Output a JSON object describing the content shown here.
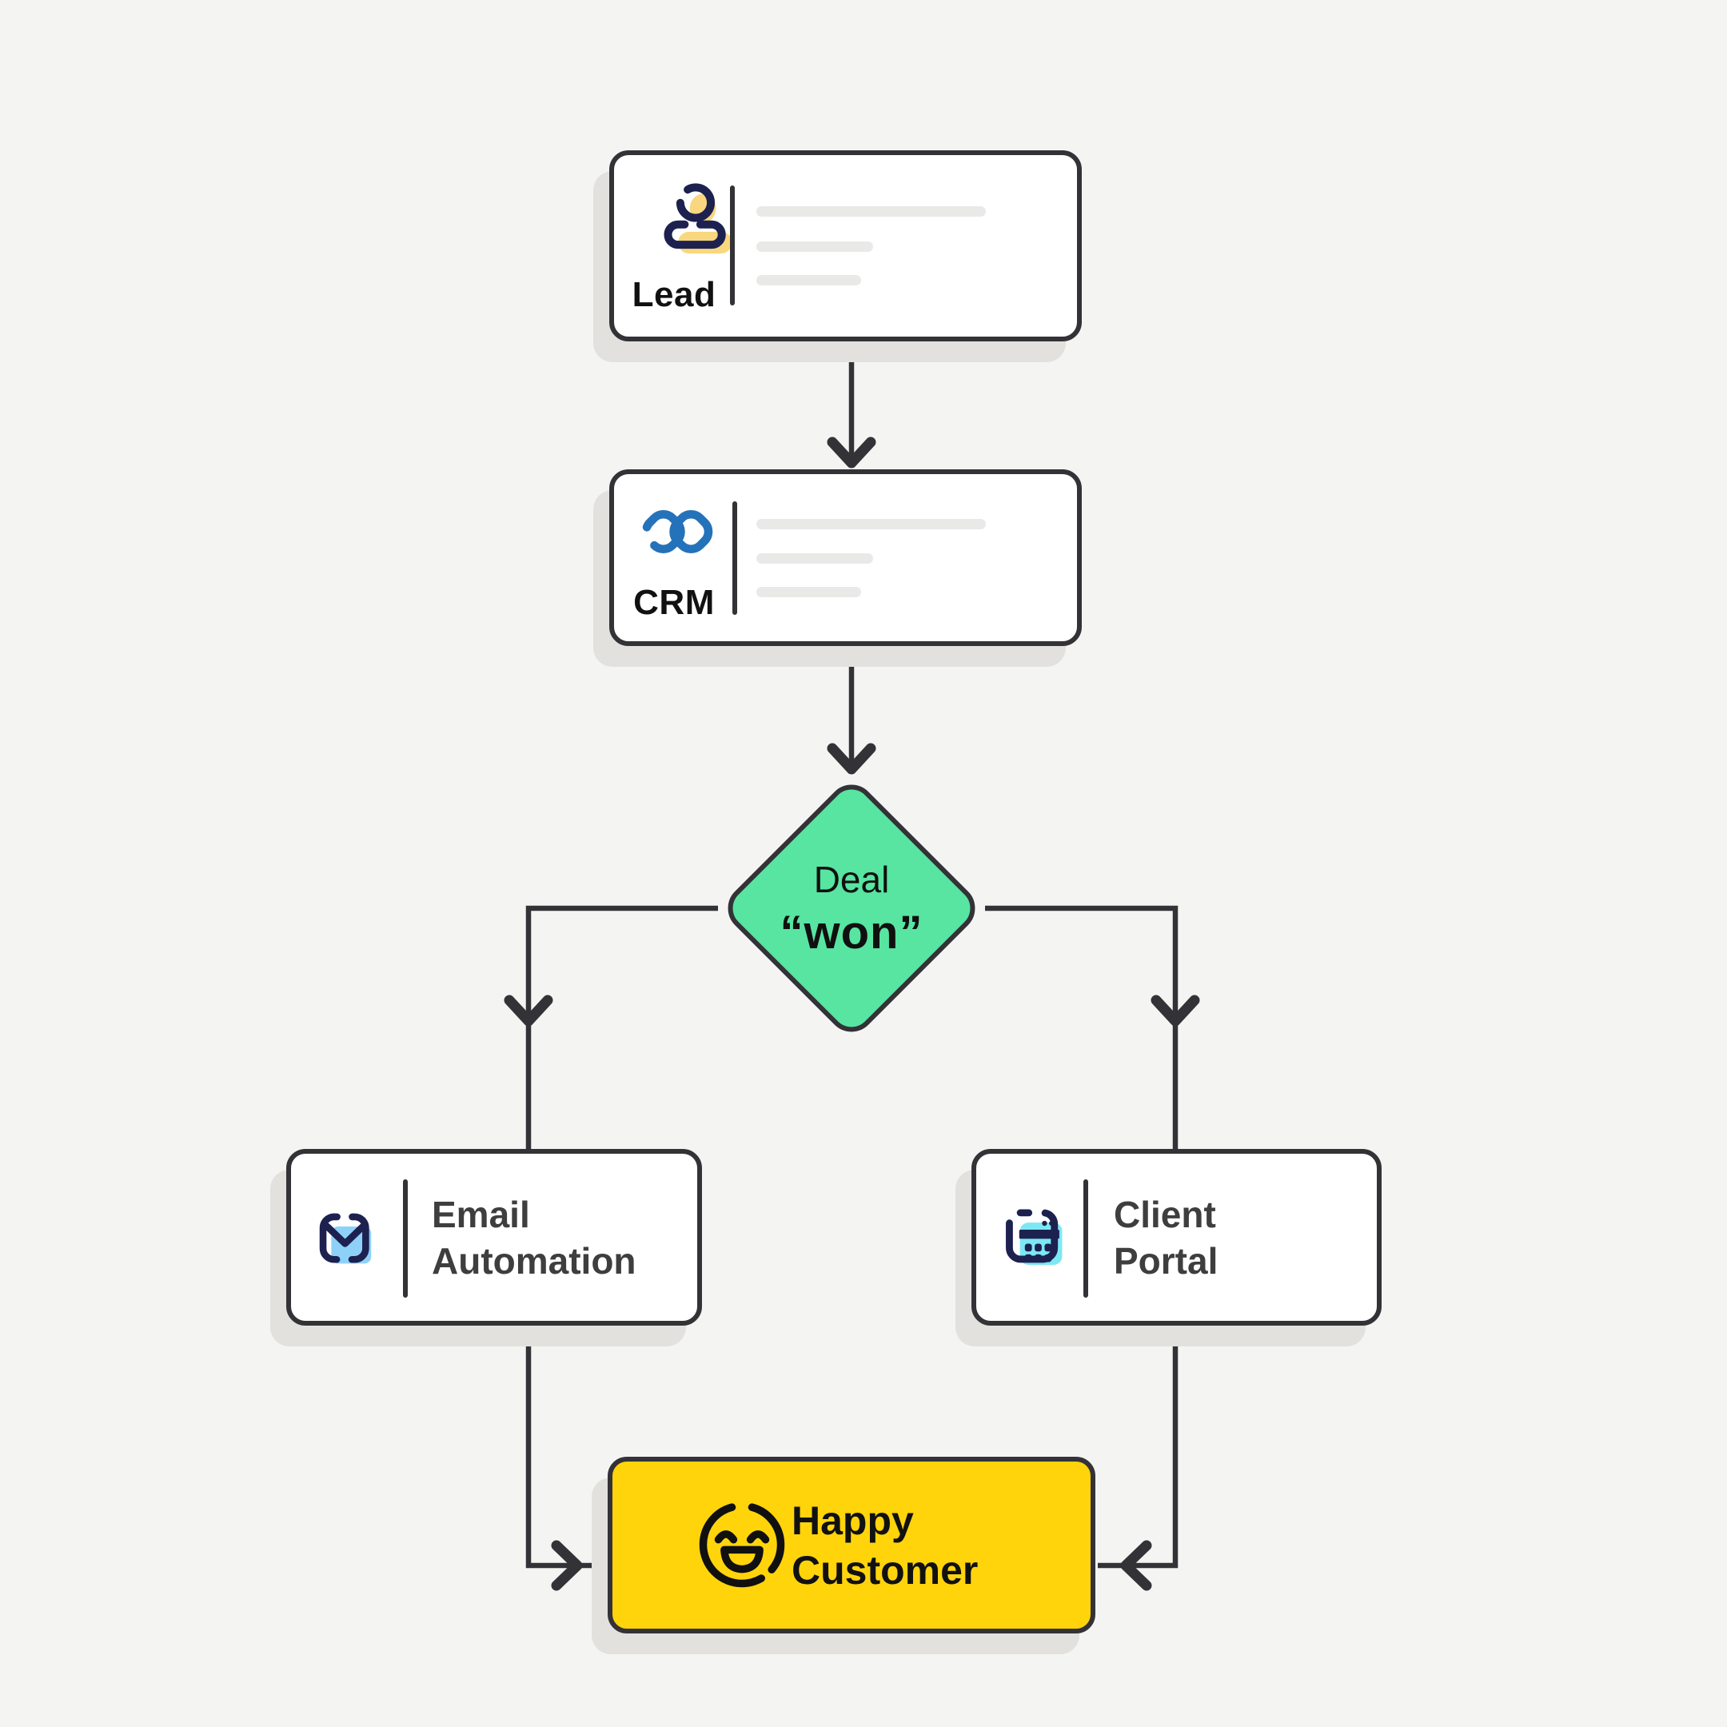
{
  "palette": {
    "background": "#F4F4F2",
    "stroke": "#333237",
    "card_bg": "#FFFFFF",
    "shadow": "#E2E1DD",
    "green": "#57E5A1",
    "yellow": "#FFD40B",
    "navy": "#1D2150",
    "crm_blue": "#2472BA",
    "icon_yellow": "#F8D77E",
    "icon_blue": "#8ED1F8",
    "icon_cyan": "#7CE8F3",
    "placeholder": "#E9E9E7",
    "label_gray": "#3E3E3E",
    "text_black": "#111111"
  },
  "nodes": {
    "lead": {
      "label": "Lead",
      "icon": "person-icon"
    },
    "crm": {
      "label": "CRM",
      "icon": "zoho-crm-logo-icon"
    },
    "decision": {
      "line1": "Deal",
      "line2": "“won”"
    },
    "email_automation": {
      "line1": "Email",
      "line2": "Automation",
      "icon": "envelope-icon"
    },
    "client_portal": {
      "line1": "Client",
      "line2": "Portal",
      "icon": "client-portal-window-icon"
    },
    "happy_customer": {
      "line1": "Happy",
      "line2": "Customer",
      "icon": "laughing-face-icon"
    }
  }
}
